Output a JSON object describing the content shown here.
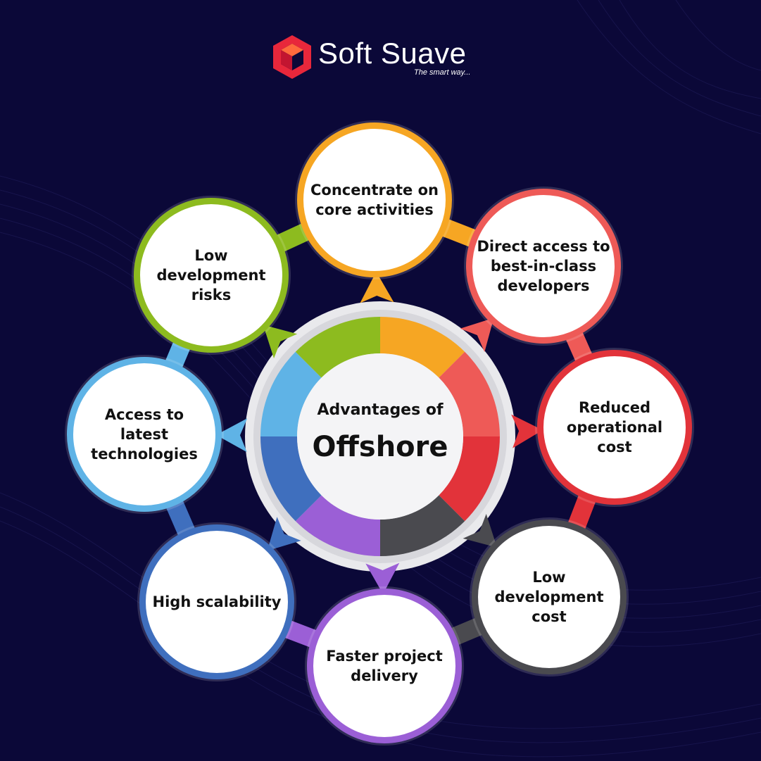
{
  "brand": {
    "name": "Soft Suave",
    "tagline": "The smart way..."
  },
  "hub": {
    "title_line1": "Advantages of",
    "title_line2": "Offshore"
  },
  "items": [
    {
      "label": "Concentrate on\ncore activities",
      "color": "#f6a623"
    },
    {
      "label": "Direct access to\nbest-in-class\ndevelopers",
      "color": "#ee5a57"
    },
    {
      "label": "Reduced\noperational\ncost",
      "color": "#e2333a"
    },
    {
      "label": "Low\ndevelopment\ncost",
      "color": "#4a4a4f"
    },
    {
      "label": "Faster project\ndelivery",
      "color": "#9b5fd6"
    },
    {
      "label": "High scalability",
      "color": "#3f6fbe"
    },
    {
      "label": "Access to\nlatest\ntechnologies",
      "color": "#5fb3e6"
    },
    {
      "label": "Low\ndevelopment\nrisks",
      "color": "#8dbb1f"
    }
  ]
}
